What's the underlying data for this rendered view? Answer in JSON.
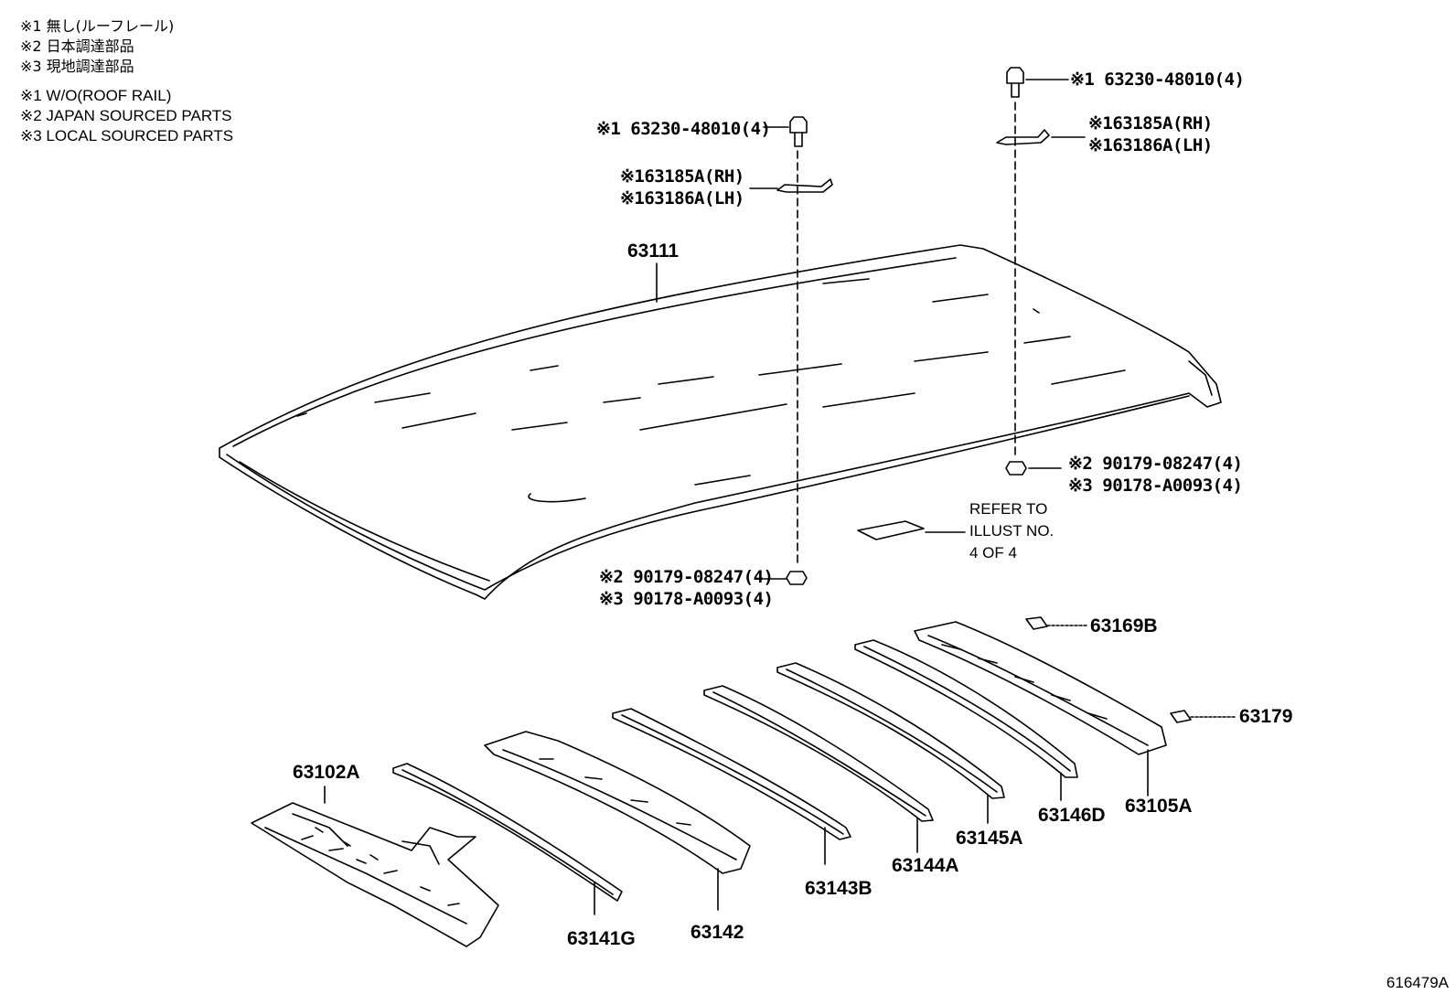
{
  "legend_jp": [
    "※1 無し(ルーフレール)",
    "※2 日本調達部品",
    "※3 現地調達部品"
  ],
  "legend_en": [
    "※1 W/O(ROOF RAIL)",
    "※2 JAPAN SOURCED PARTS",
    "※3 LOCAL SOURCED PARTS"
  ],
  "callouts": {
    "bolt_right": "※1 63230-48010(4)",
    "bolt_left": "※1 63230-48010(4)",
    "bracket_right_rh": "※163185A(RH)",
    "bracket_right_lh": "※163186A(LH)",
    "bracket_left_rh": "※163185A(RH)",
    "bracket_left_lh": "※163186A(LH)",
    "nut_right_1": "※2 90179-08247(4)",
    "nut_right_2": "※3 90178-A0093(4)",
    "nut_left_1": "※2 90179-08247(4)",
    "nut_left_2": "※3 90178-A0093(4)"
  },
  "parts": {
    "roof_panel": "63111",
    "front_header": "63102A",
    "bow_1": "63141G",
    "bow_2": "63142",
    "bow_3": "63143B",
    "bow_4": "63144A",
    "bow_5": "63145A",
    "bow_6": "63146D",
    "rear_header": "63105A",
    "pad_1": "63169B",
    "pad_2": "63179"
  },
  "refer": [
    "REFER TO",
    "ILLUST NO.",
    "4 OF 4"
  ],
  "illustration_number": "616479A"
}
